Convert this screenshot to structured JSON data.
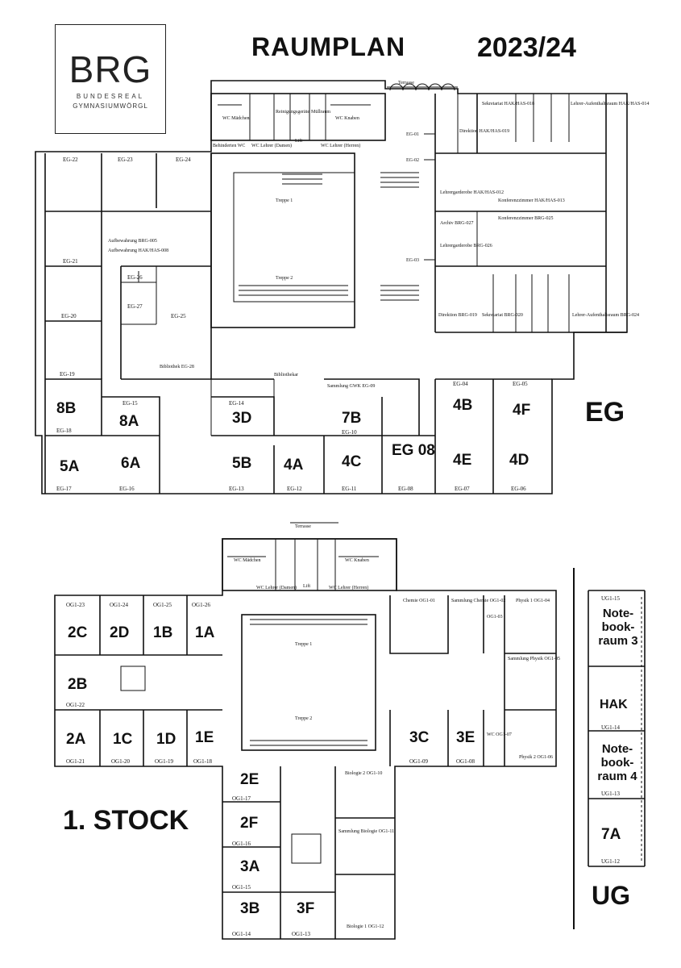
{
  "header": {
    "logo_main": "BRG",
    "logo_line1": "BUNDESREAL",
    "logo_line2": "GYMNASIUMWÖRGL",
    "title": "RAUMPLAN",
    "year": "2023/24"
  },
  "floors": {
    "eg": {
      "label": "EG"
    },
    "stock1": {
      "label": "1. STOCK"
    },
    "ug": {
      "label": "UG"
    }
  },
  "eg_rooms": [
    {
      "code": "EG-22"
    },
    {
      "code": "EG-23"
    },
    {
      "code": "EG-24"
    },
    {
      "code": "EG-21"
    },
    {
      "code": "EG-20"
    },
    {
      "code": "EG-19"
    },
    {
      "code": "EG-18",
      "class": "8B"
    },
    {
      "code": "EG-15",
      "class": "8A"
    },
    {
      "code": "EG-17",
      "class": "5A"
    },
    {
      "code": "EG-16",
      "class": "6A"
    },
    {
      "code": "EG-14",
      "class": "3D"
    },
    {
      "code": "EG-13",
      "class": "5B"
    },
    {
      "code": "EG-12",
      "class": "4A"
    },
    {
      "code": "EG-10",
      "class": "7B"
    },
    {
      "code": "EG-11",
      "class": "4C"
    },
    {
      "code": "EG-08",
      "class": "EG 08"
    },
    {
      "code": "EG-07",
      "class": "4E"
    },
    {
      "code": "EG-06",
      "class": "4D"
    },
    {
      "code": "EG-04",
      "class": "4B"
    },
    {
      "code": "EG-05",
      "class": "4F"
    },
    {
      "code": "EG-25"
    },
    {
      "code": "EG-27"
    },
    {
      "code": "EG-26"
    }
  ],
  "eg_facilities": {
    "terrasse": "Terrasse",
    "wc_maedchen": "WC Mädchen",
    "wc_knaben": "WC Knaben",
    "wc_lehrer_damen": "WC Lehrer (Damen)",
    "wc_lehrer_herren": "WC Lehrer (Herren)",
    "behinderten_wc": "Behinderten WC",
    "lift": "Lift",
    "reinigung": "Reinigungsgeräte",
    "muell": "Müllraum",
    "treppe1": "Treppe 1",
    "treppe2": "Treppe 2",
    "bibliothek": "Bibliothek EG-28",
    "bibliothekar": "Bibliothekar",
    "sammlung_gwk": "Sammlung GWK EG-09",
    "eg01": "EG-01",
    "eg02": "EG-02",
    "eg03": "EG-03",
    "sekretariat_hak": "Sekretariat HAK/HAS-018",
    "lehrer_aufenthalt_hak": "Lehrer-Aufenthaltsraum HAK/HAS-014",
    "konferenz_hak": "Konferenzzimmer HAK/HAS-013",
    "konferenz_brg": "Konferenzzimmer BRG-025",
    "direktion_hak": "Direktion HAK/HAS-019",
    "lehrergarderobe_hak": "Lehrergarderobe HAK/HAS-012",
    "archiv": "Archiv BRG-027",
    "lehrergarderobe_brg": "Lehrergarderobe BRG-026",
    "direktion_brg": "Direktion BRG-019",
    "sekretariat_brg": "Sekretariat BRG-020",
    "lehrer_aufenthalt_brg": "Lehrer-Aufenthaltsraum BRG-024",
    "aufbewahrung_brg": "Aufbewahrung BRG-005",
    "aufbewahrung_hak": "Aufbewahrung HAK/HAS-008"
  },
  "og_rooms": [
    {
      "code": "OG1-23"
    },
    {
      "code": "OG1-24"
    },
    {
      "code": "OG1-25"
    },
    {
      "code": "OG1-26"
    },
    {
      "code": "",
      "class": "2C"
    },
    {
      "code": "",
      "class": "2D"
    },
    {
      "code": "",
      "class": "1B"
    },
    {
      "code": "",
      "class": "1A"
    },
    {
      "code": "OG1-22",
      "class": "2B"
    },
    {
      "code": "OG1-21",
      "class": "2A"
    },
    {
      "code": "OG1-20",
      "class": "1C"
    },
    {
      "code": "OG1-19",
      "class": "1D"
    },
    {
      "code": "OG1-18",
      "class": "1E"
    },
    {
      "code": "OG1-17",
      "class": "2E"
    },
    {
      "code": "OG1-16",
      "class": "2F"
    },
    {
      "code": "OG1-15",
      "class": "3A"
    },
    {
      "code": "OG1-14",
      "class": "3B"
    },
    {
      "code": "OG1-13",
      "class": "3F"
    },
    {
      "code": "OG1-09",
      "class": "3C"
    },
    {
      "code": "OG1-08",
      "class": "3E"
    }
  ],
  "og_facilities": {
    "terrasse": "Terrasse",
    "wc_maedchen": "WC Mädchen",
    "wc_knaben": "WC Knaben",
    "wc_lehrer_damen": "WC Lehrer (Damen)",
    "wc_lehrer_herren": "WC Lehrer (Herren)",
    "lift": "Lift",
    "treppe1": "Treppe 1",
    "treppe2": "Treppe 2",
    "chemie": "Chemie OG1-01",
    "sammlung_chemie": "Sammlung Chemie OG1-02",
    "og03": "OG1-03",
    "physik1": "Physik 1 OG1-04",
    "sammlung_physik": "Sammlung Physik OG1-05",
    "physik2": "Physik 2 OG1-06",
    "og07": "WC OG1-07",
    "biologie2": "Biologie 2 OG1-10",
    "sammlung_biologie": "Sammlung Biologie OG1-11",
    "biologie1": "Biologie 1 OG1-12"
  },
  "ug_rooms": [
    {
      "code": "UG1-15",
      "class": "Note-book-raum 3"
    },
    {
      "code": "UG1-14",
      "class": "HAK"
    },
    {
      "code": "UG1-13",
      "class": "Note-book-raum 4"
    },
    {
      "code": "UG1-12",
      "class": "7A"
    }
  ]
}
